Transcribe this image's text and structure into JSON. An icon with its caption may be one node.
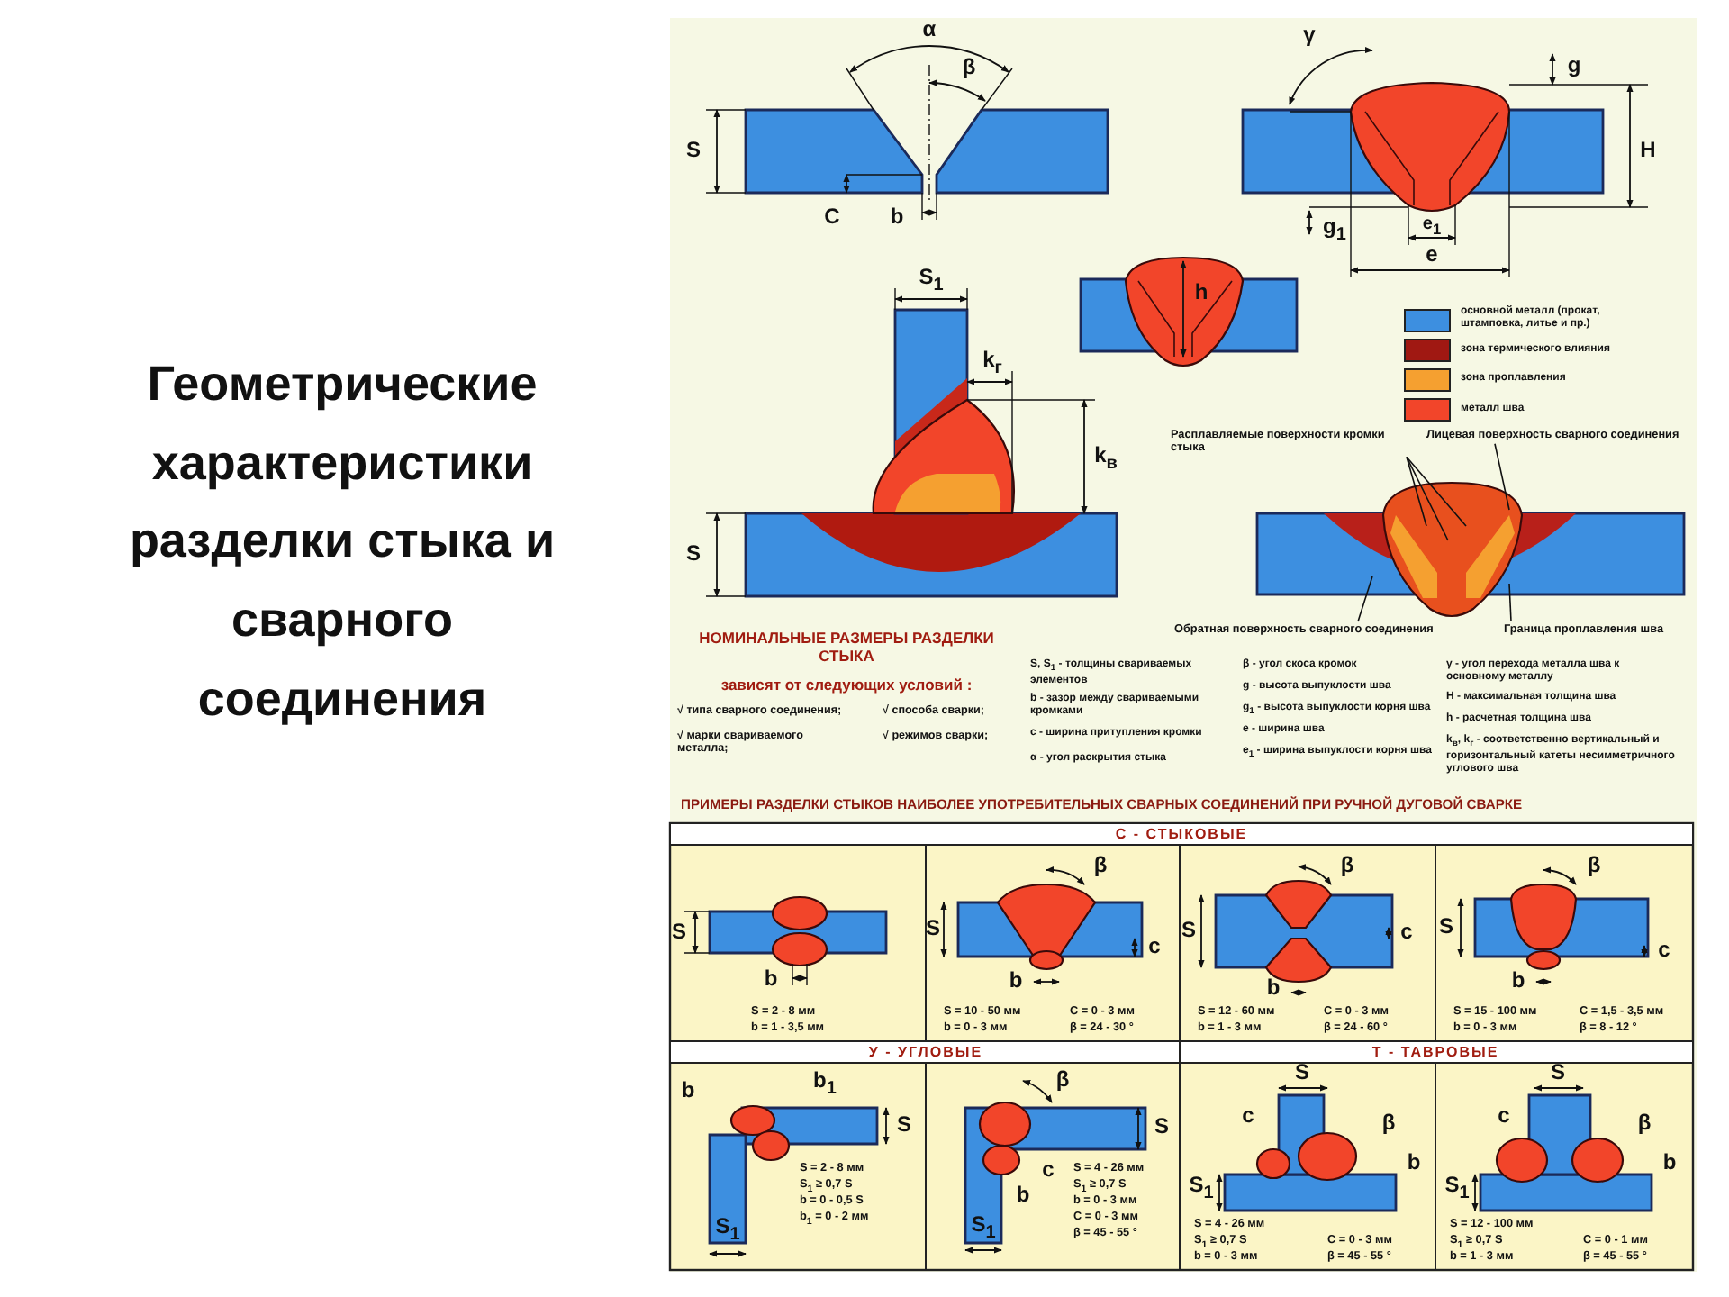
{
  "diagram": {
    "title": "Геометрические характеристики разделки стыка и сварного соединения",
    "nodes": [
      {
        "text": [
          "Расплавляемые поверхности кромки стыка"
        ]
      },
      {
        "text": [
          "Лицевая поверхность сварного соединения"
        ]
      },
      {
        "text": [
          "Обратная поверхность сварного соединения"
        ]
      },
      {
        "text": [
          "Граница проплавления шва"
        ]
      }
    ],
    "edges": [
      {
        "from": 0,
        "to": null,
        "arrow": "none"
      },
      {
        "from": 0,
        "to": null,
        "arrow": "none"
      },
      {
        "from": 0,
        "to": null,
        "arrow": "none"
      },
      {
        "from": 1,
        "to": null,
        "arrow": "none"
      },
      {
        "from": 2,
        "to": null,
        "arrow": "none"
      },
      {
        "from": 3,
        "to": null,
        "arrow": "none"
      }
    ],
    "labels": [
      "α",
      "β",
      "S",
      "C",
      "b",
      "γ",
      "g",
      "H",
      "g$_{1}$",
      "e$_{1}$",
      "e",
      "h",
      "S$_{1}$",
      "k$_{г}$",
      "k$_{в}$",
      "S",
      "НОМИНАЛЬНЫЕ РАЗМЕРЫ РАЗДЕЛКИ СТЫКА",
      "зависят от следующих условий :",
      "√ типа сварного соединения;",
      "√ способа сварки;",
      "√ марки свариваемого металла;",
      "√ режимов сварки;",
      "S, S$_{1}$ - толщины свариваемых элементов",
      "b - зазор между свариваемыми кромками",
      "c - ширина притупления кромки",
      "α - угол раскрытия стыка",
      "β - угол скоса кромок",
      "g - высота выпуклости шва",
      "g$_{1}$ - высота выпуклости корня шва",
      "e - ширина шва",
      "e$_{1}$ - ширина выпуклости корня шва",
      "γ - угол перехода металла шва к основному металлу",
      "H - максимальная толщина шва",
      "h - расчетная толщина шва",
      "k$_{в}$, k$_{г}$ - соответственно вертикальный и горизонтальный катеты несимметричного углового шва",
      "ПРИМЕРЫ РАЗДЕЛКИ СТЫКОВ НАИБОЛЕЕ УПОТРЕБИТЕЛЬНЫХ СВАРНЫХ СОЕДИНЕНИЙ ПРИ РУЧНОЙ ДУГОВОЙ СВАРКЕ",
      "С - СТЫКОВЫЕ",
      "S",
      "b",
      "S = 2 - 8 мм",
      "b = 1 - 3,5 мм",
      "β",
      "S",
      "c",
      "b",
      "S = 10 - 50 мм",
      "C = 0 - 3 мм",
      "b = 0 - 3 мм",
      "β = 24 - 30 °",
      "β",
      "S",
      "c",
      "b",
      "S = 12 - 60 мм",
      "C = 0 - 3 мм",
      "b = 1 - 3 мм",
      "β = 24 - 60 °",
      "β",
      "S",
      "c",
      "b",
      "S = 15 - 100 мм",
      "C = 1,5 - 3,5 мм",
      "b = 0 - 3 мм",
      "β = 8 - 12 °",
      "У - УГЛОВЫЕ",
      "Т - ТАВРОВЫЕ",
      "b",
      "b$_{1}$",
      "S",
      "S$_{1}$",
      "S = 2 - 8 мм",
      "S$_{1}$ ≥ 0,7 S",
      "b = 0 - 0,5 S",
      "b$_{1}$ = 0 - 2 мм",
      "β",
      "S",
      "c",
      "b",
      "S$_{1}$",
      "S = 4 - 26 мм",
      "S$_{1}$ ≥ 0,7 S",
      "b = 0 - 3 мм",
      "C = 0 - 3 мм",
      "β = 45 - 55 °",
      "S",
      "c",
      "β",
      "b",
      "S$_{1}$",
      "S = 4 - 26 мм",
      "S$_{1}$ ≥ 0,7 S",
      "b = 0 - 3 мм",
      "C = 0 - 3 мм",
      "β = 45 - 55 °",
      "S",
      "c",
      "β",
      "b",
      "S$_{1}$",
      "S = 12 - 100 мм",
      "S$_{1}$ ≥ 0,7 S",
      "b = 1 - 3 мм",
      "C = 0 - 1 мм",
      "β = 45 - 55 °"
    ],
    "legend": [
      {
        "text": "основной металл (прокат, штамповка, литье и пр.)",
        "color": "#3d8fe0"
      },
      {
        "text": "зона термического влияния",
        "color": "#a01812"
      },
      {
        "text": "зона проплавления",
        "color": "#f5a030"
      },
      {
        "text": "металл шва",
        "color": "#f2452a"
      }
    ]
  }
}
